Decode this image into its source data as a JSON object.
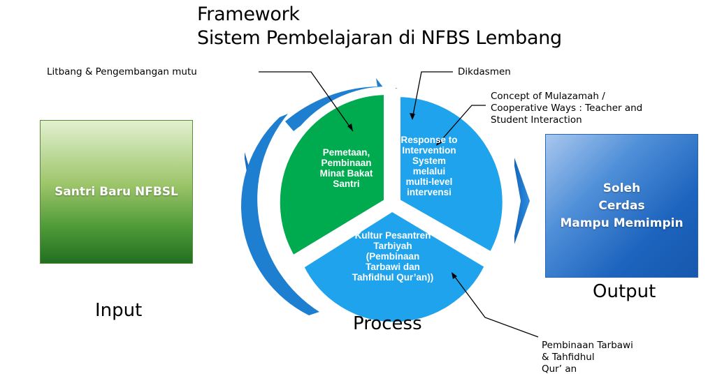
{
  "title": {
    "line1": "Framework",
    "line2": "Sistem Pembelajaran di NFBS Lembang"
  },
  "input": {
    "box_text": "Santri Baru NFBSL",
    "label": "Input"
  },
  "process": {
    "label": "Process",
    "segments": [
      {
        "id": "left",
        "text": "Pemetaan,\nPembinaan\nMinat Bakat\nSantri",
        "color": "#00aa4f"
      },
      {
        "id": "right",
        "text": "Response to\nIntervention\nSystem\nmelalui\nmulti-level\nintervensi",
        "color": "#1fa3ec"
      },
      {
        "id": "bottom",
        "text": "Kultur Pesantren\nTarbiyah\n(Pembinaan\nTarbawi dan\nTahfidhul Qur’an))",
        "color": "#1fa3ec"
      }
    ]
  },
  "output": {
    "box_text": "Soleh\nCerdas\nMampu Memimpin",
    "label": "Output"
  },
  "callouts": {
    "litbang": "Litbang & Pengembangan mutu",
    "dikdasmen": "Dikdasmen",
    "mulazamah": "Concept of Mulazamah /\nCooperative Ways : Teacher and\nStudent Interaction",
    "tarbawi": "Pembinaan Tarbawi\n& Tahfidhul\nQur’ an"
  },
  "colors": {
    "arrow_blue": "#1e7ed0",
    "segment_green": "#00aa4f",
    "segment_blue": "#1fa3ec"
  }
}
